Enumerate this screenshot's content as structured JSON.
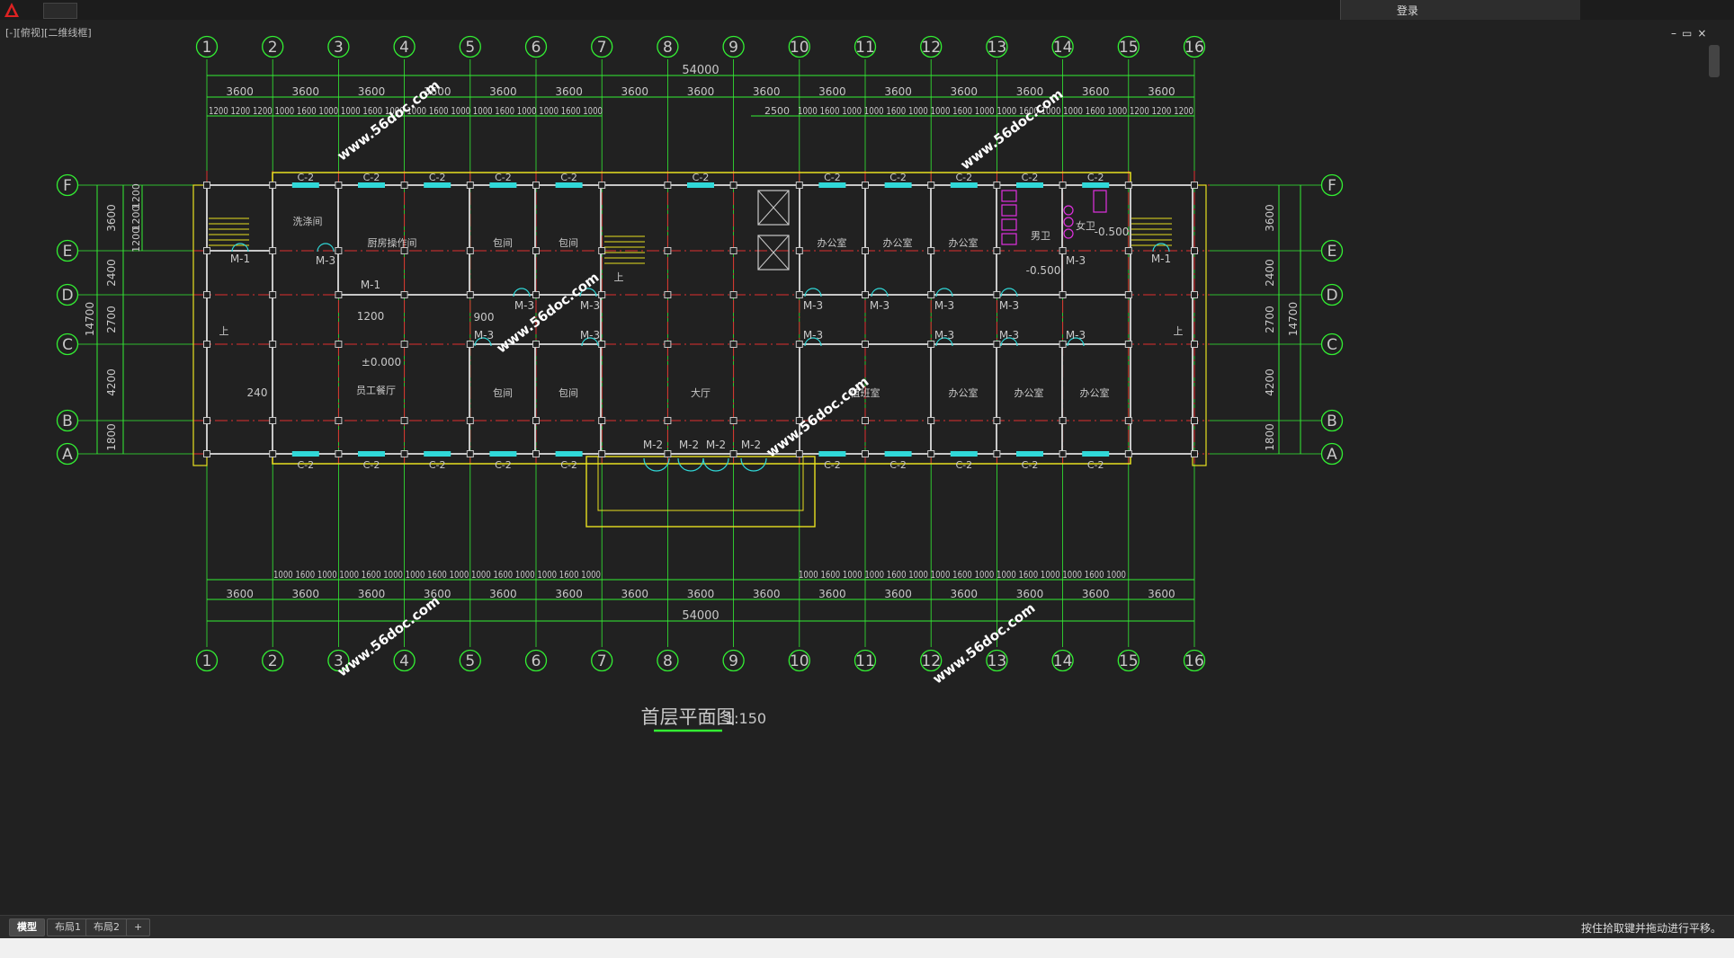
{
  "titlebar": {
    "signin": "登录"
  },
  "viewport": {
    "label": "[-][俯视][二维线框]"
  },
  "drawing": {
    "title": "首层平面图",
    "scale": "1:150",
    "total_width": "54000",
    "total_depth": "14700",
    "axis_columns": [
      "1",
      "2",
      "3",
      "4",
      "5",
      "6",
      "7",
      "8",
      "9",
      "10",
      "11",
      "12",
      "13",
      "14",
      "15",
      "16"
    ],
    "axis_rows": [
      "F",
      "E",
      "D",
      "C",
      "B",
      "A"
    ],
    "bay_dims": [
      "3600",
      "3600",
      "3600",
      "3600",
      "3600",
      "3600",
      "3600",
      "3600",
      "3600",
      "3600",
      "3600",
      "3600",
      "3600",
      "3600",
      "3600"
    ],
    "row_dims": [
      "3600",
      "2400",
      "2700",
      "4200",
      "1800"
    ],
    "row_sub_dims": [
      "1200",
      "1200",
      "1200"
    ],
    "top_detail_left": "1200 1200 1200 1000  1600 1000 1000  1600 1000 1000  1600 1000 1000  1600 1000 1000  1600 1000",
    "top_detail_mid": "2500",
    "top_detail_right": "1000 1600 1000 1000  1600 1000 1000  1600 1000 1000  1600 1000 1000  1600 1000 1200 1200 1200",
    "bottom_detail_left": "1000 1600 1000 1000  1600 1000 1000  1600 1000 1000  1600 1000 1000  1600 1000",
    "bottom_detail_right": "1000 1600 1000 1000  1600 1000 1000  1600 1000 1000  1600 1000 1000  1600 1000",
    "rooms": [
      "洗涤间",
      "厨房操作间",
      "包间",
      "包间",
      "包间",
      "包间",
      "员工餐厅",
      "大厅",
      "办公室",
      "办公室",
      "办公室",
      "值班室",
      "办公室",
      "办公室",
      "办公室",
      "男卫",
      "女卫"
    ],
    "windows": {
      "c2": "C-2"
    },
    "doors": {
      "m1": "M-1",
      "m2": "M-2",
      "m3": "M-3"
    },
    "levels": {
      "zero": "±0.000",
      "minus": "-0.500"
    },
    "annotations": {
      "up": "上",
      "w240": "240",
      "w900": "900",
      "w1200": "1200"
    },
    "watermark": "www.56doc.com"
  },
  "tabs": [
    "模型",
    "布局1",
    "布局2",
    "+"
  ],
  "status": {
    "text": "按住拾取键并拖动进行平移。"
  }
}
